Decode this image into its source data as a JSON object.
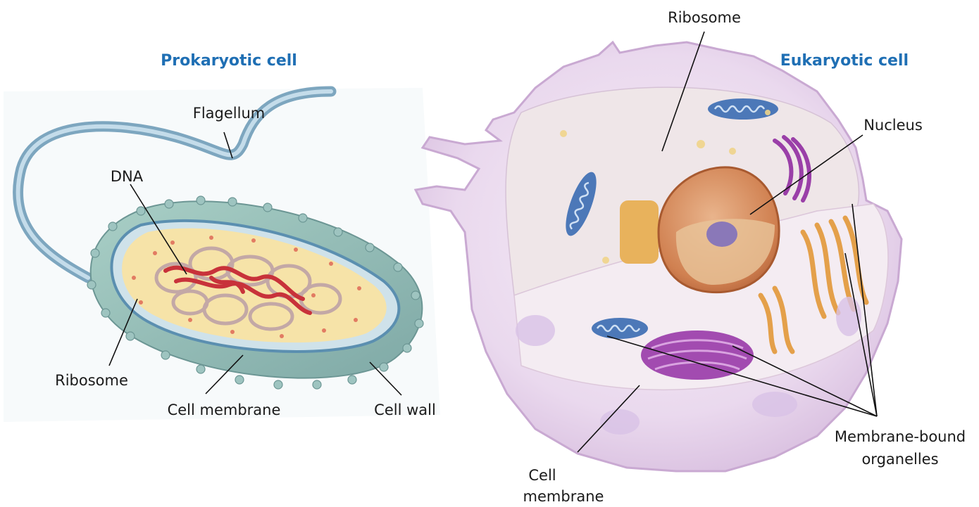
{
  "titles": {
    "prokaryotic": "Prokaryotic cell",
    "eukaryotic": "Eukaryotic cell"
  },
  "prokaryotic_labels": {
    "flagellum": "Flagellum",
    "dna": "DNA",
    "ribosome": "Ribosome",
    "cell_membrane": "Cell membrane",
    "cell_wall": "Cell wall"
  },
  "eukaryotic_labels": {
    "ribosome": "Ribosome",
    "nucleus": "Nucleus",
    "membrane_bound_line1": "Membrane-bound",
    "membrane_bound_line2": "organelles",
    "cell_membrane_line1": "Cell",
    "cell_membrane_line2": "membrane"
  },
  "colors": {
    "title_blue": "#1f6fb4",
    "cell_wall_teal": "#8fb8b4",
    "cytoplasm_yellow": "#f7e4a6",
    "dna_red": "#c8323a",
    "eukaryote_lavender": "#e6d6ec",
    "nucleus_orange": "#d98a5a",
    "nucleolus_purple": "#8a78b8",
    "mitochondria_blue": "#3f6fb0",
    "golgi_purple": "#9a3fa8",
    "er_orange": "#e6a048"
  }
}
